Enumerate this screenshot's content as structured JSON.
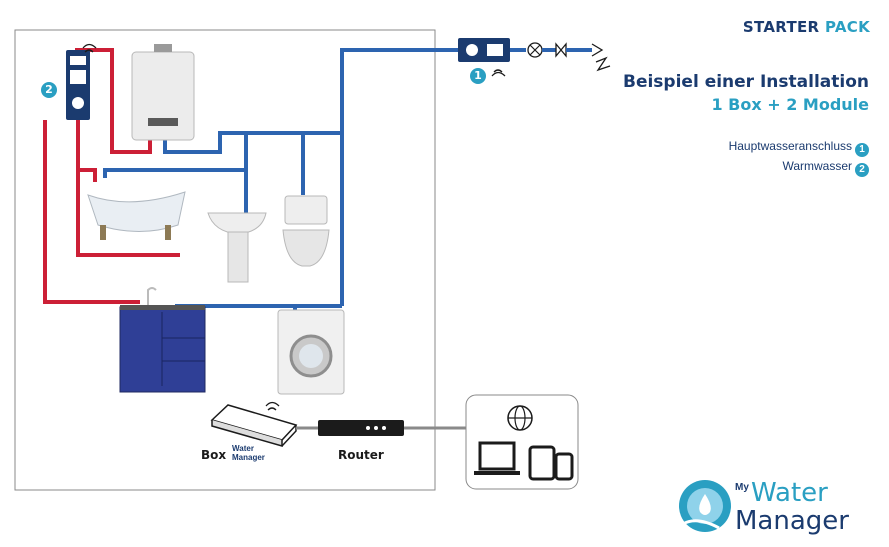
{
  "header": {
    "title_word1": "STARTER",
    "title_word2": "PACK"
  },
  "heading": {
    "line1": "Beispiel einer Installation",
    "line2": "1 Box + 2 Module"
  },
  "legend": [
    {
      "label": "Hauptwasseranschluss",
      "num": "1"
    },
    {
      "label": "Warmwasser",
      "num": "2"
    }
  ],
  "diagram": {
    "module1_num": "1",
    "module2_num": "2",
    "box_label": "Box",
    "box_brand_small": "Water\nManager",
    "router_label": "Router"
  },
  "logo": {
    "my": "My",
    "water": "Water",
    "manager": "Manager"
  },
  "colors": {
    "cold_pipe": "#2d64b0",
    "hot_pipe": "#cc1f36",
    "dark_blue": "#1b3b6f",
    "accent": "#2a9fc2"
  }
}
